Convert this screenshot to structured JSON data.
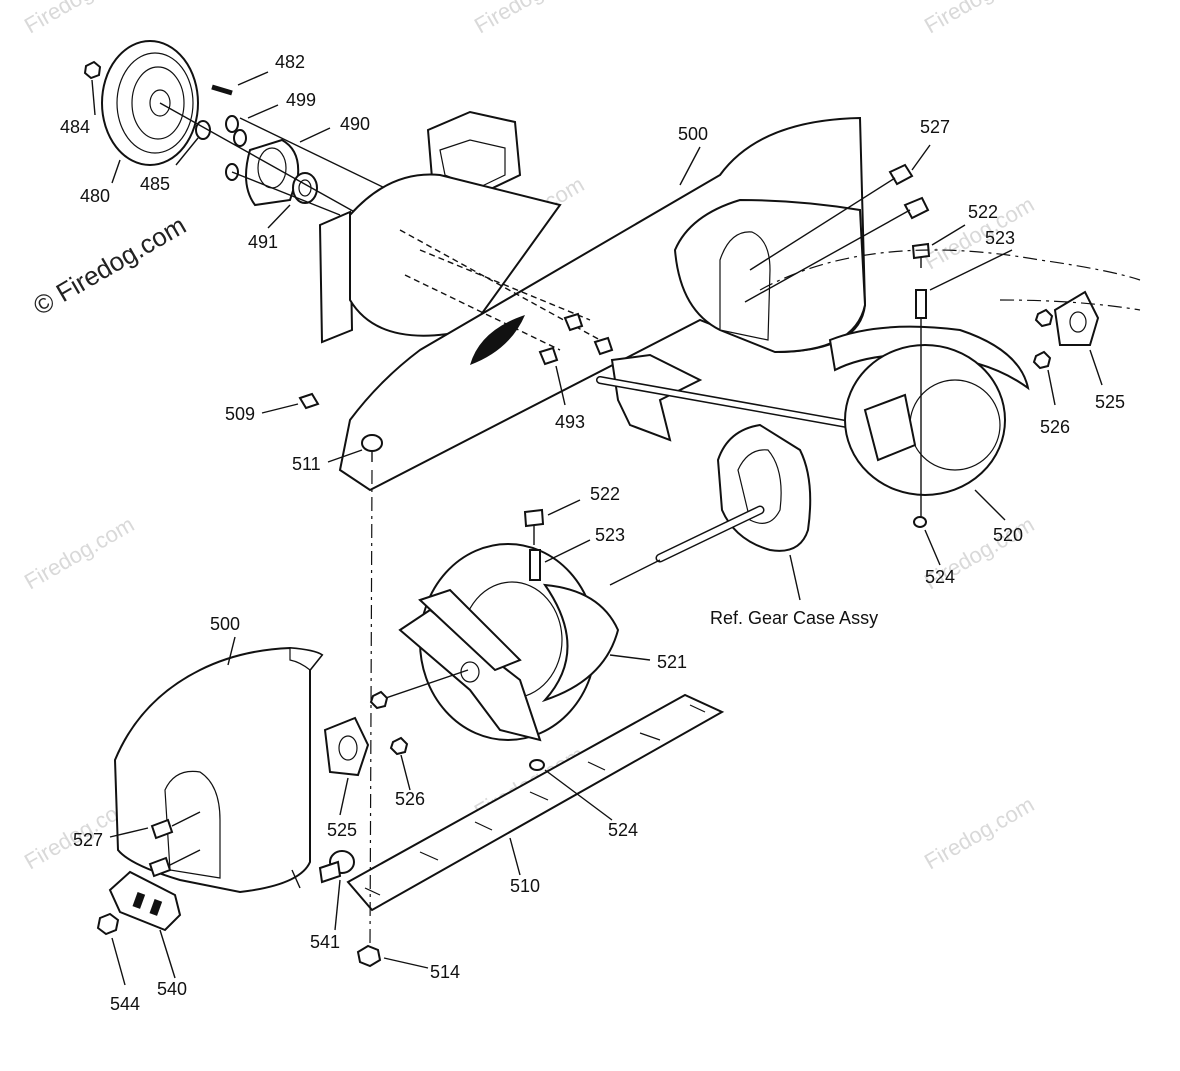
{
  "watermark": {
    "corner_text": "Firedog.com",
    "main_text": "© Firedog.com"
  },
  "diagram_note": "Ref. Gear Case Assy",
  "part_labels": {
    "p484": "484",
    "p480": "480",
    "p482": "482",
    "p499": "499",
    "p490": "490",
    "p485": "485",
    "p491": "491",
    "p500_top": "500",
    "p527_top": "527",
    "p522_top": "522",
    "p523_top": "523",
    "p509": "509",
    "p493": "493",
    "p511": "511",
    "p526_top": "526",
    "p525_top": "525",
    "p520": "520",
    "p524_top": "524",
    "p522_mid": "522",
    "p523_mid": "523",
    "p521": "521",
    "p500_left": "500",
    "p526_bot": "526",
    "p524_bot": "524",
    "p525_bot": "525",
    "p527_bot": "527",
    "p510": "510",
    "p541": "541",
    "p540": "540",
    "p514": "514",
    "p544": "544"
  }
}
